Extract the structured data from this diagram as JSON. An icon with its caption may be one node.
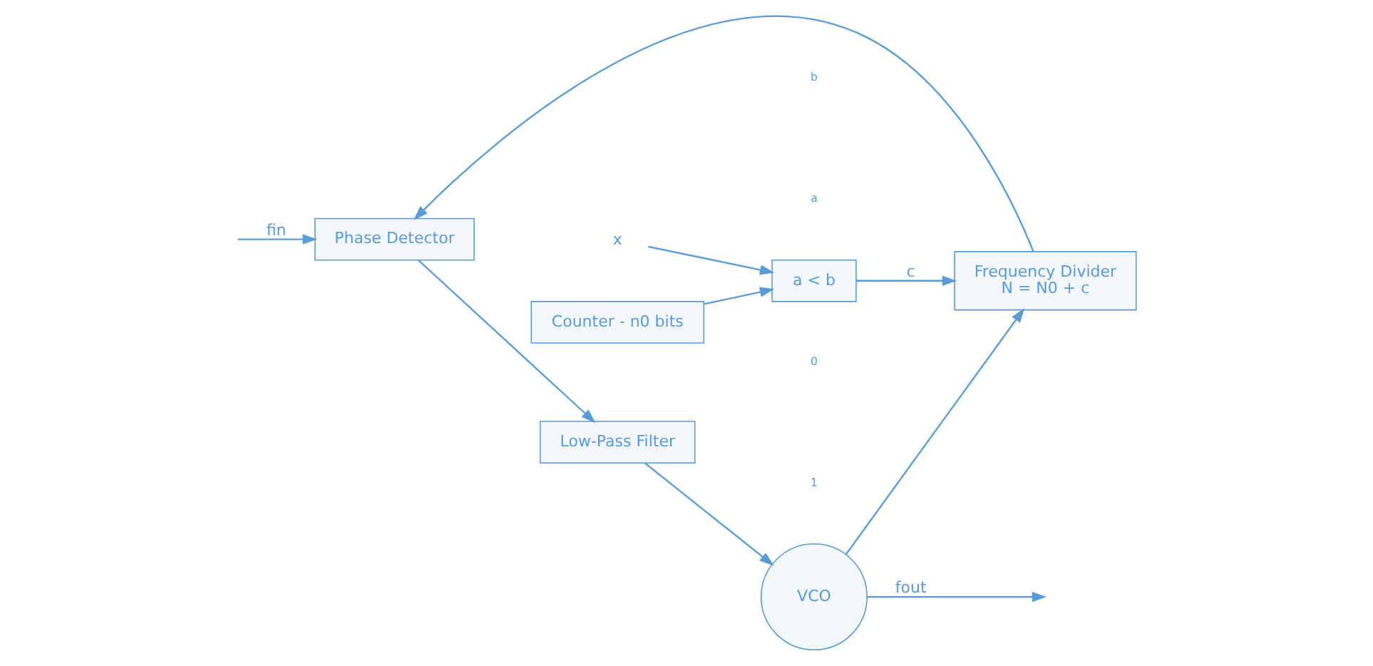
{
  "diagram": {
    "nodes": [
      {
        "text": [
          "Phase Detector"
        ]
      },
      {
        "text": [
          "Low-Pass Filter"
        ]
      },
      {
        "text": [
          "VCO"
        ]
      },
      {
        "text": [
          "Frequency Divider",
          "N = N0 + c"
        ]
      },
      {
        "text": [
          "Counter - n0 bits"
        ]
      },
      {
        "text": [
          "a < b"
        ]
      },
      {
        "text": [
          "x"
        ]
      }
    ],
    "edges": [
      {
        "from": null,
        "to": 0,
        "arrow": "to",
        "label": "fin"
      },
      {
        "from": 0,
        "to": 1,
        "arrow": "to"
      },
      {
        "from": 1,
        "to": 2,
        "arrow": "to"
      },
      {
        "from": 2,
        "to": null,
        "arrow": "to",
        "label": "fout"
      },
      {
        "from": 2,
        "to": 3,
        "arrow": "to"
      },
      {
        "from": 3,
        "to": 0,
        "arrow": "to"
      },
      {
        "from": 5,
        "to": 3,
        "arrow": "to",
        "label": "c"
      },
      {
        "from": 4,
        "to": 5,
        "arrow": "to"
      },
      {
        "from": 6,
        "to": 5,
        "arrow": "to"
      }
    ],
    "labels": [
      "a",
      "b",
      "1",
      "0"
    ]
  }
}
